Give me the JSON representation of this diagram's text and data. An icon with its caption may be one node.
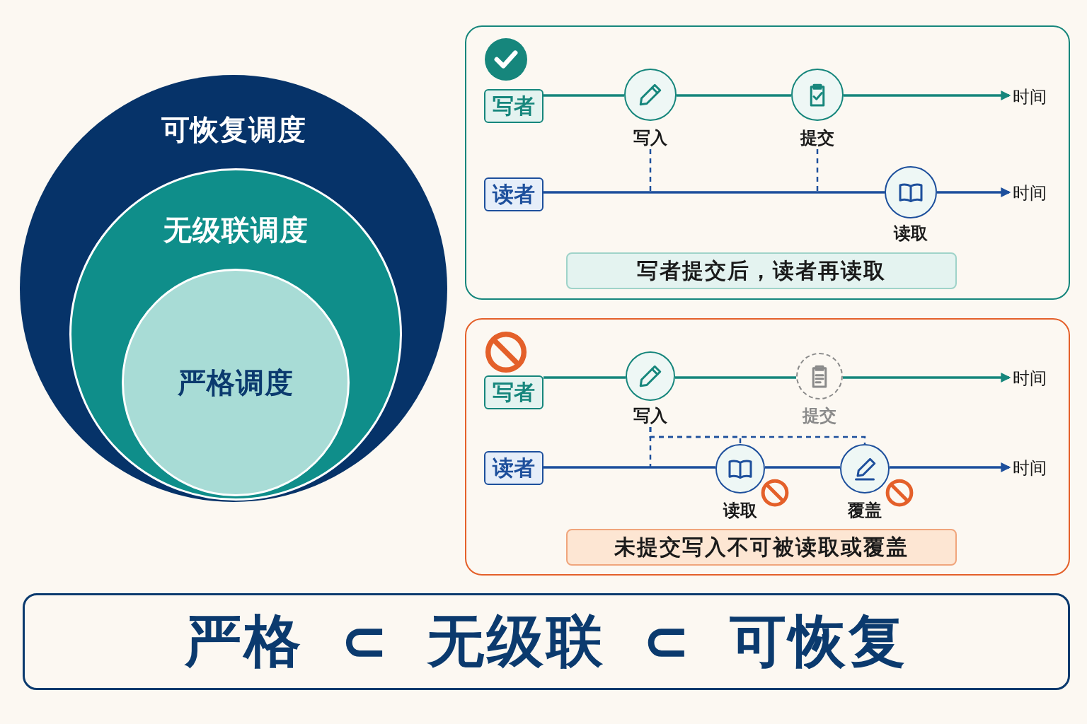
{
  "diagram": {
    "nodes": [
      {
        "text": [
          "可恢复调度"
        ]
      },
      {
        "text": [
          "无级联调度"
        ],
        "in": 0
      },
      {
        "text": [
          "严格调度"
        ],
        "in": 1
      },
      {
        "text": [],
        "shape": "box"
      },
      {
        "text": [
          "写者"
        ],
        "in": 3
      },
      {
        "text": [
          "读者"
        ],
        "in": 3
      },
      {
        "text": [],
        "shape": "circle",
        "beside": [
          "写入"
        ],
        "in": 3
      },
      {
        "text": [],
        "shape": "circle",
        "beside": [
          "提交"
        ],
        "in": 3
      },
      {
        "text": [],
        "shape": "circle",
        "beside": [
          "读取"
        ],
        "in": 3
      },
      {
        "text": [
          "时间"
        ],
        "in": 3
      },
      {
        "text": [
          "时间"
        ],
        "in": 3
      },
      {
        "text": [
          "写者提交后，读者再读取"
        ],
        "in": 3
      },
      {
        "text": [],
        "shape": "box"
      },
      {
        "text": [
          "写者"
        ],
        "in": 12
      },
      {
        "text": [
          "读者"
        ],
        "in": 12
      },
      {
        "text": [],
        "shape": "circle",
        "beside": [
          "写入"
        ],
        "in": 12
      },
      {
        "text": [],
        "shape": "circle",
        "beside": [
          "提交"
        ],
        "in": 12
      },
      {
        "text": [],
        "shape": "circle",
        "beside": [
          "读取"
        ],
        "in": 12
      },
      {
        "text": [],
        "shape": "circle",
        "beside": [
          "覆盖"
        ],
        "in": 12
      },
      {
        "text": [
          "时间"
        ],
        "in": 12
      },
      {
        "text": [
          "时间"
        ],
        "in": 12
      },
      {
        "text": [
          "未提交写入不可被读取或覆盖"
        ],
        "in": 12
      },
      {
        "text": [
          "严格 ⊂ 无级联 ⊂ 可恢复"
        ]
      }
    ],
    "edges": [
      {
        "from": 4,
        "to": 6,
        "arrow": "none",
        "color": "#16867c"
      },
      {
        "from": 6,
        "to": 7,
        "arrow": "none",
        "color": "#16867c"
      },
      {
        "from": 7,
        "to": 9,
        "arrow": "to",
        "color": "#16867c"
      },
      {
        "from": 5,
        "to": 8,
        "arrow": "none",
        "color": "#1d4f9c"
      },
      {
        "from": 8,
        "to": 10,
        "arrow": "to",
        "color": "#1d4f9c"
      },
      {
        "from": 6,
        "to": null,
        "arrow": "none",
        "style": "dashed",
        "color": "#1d4f9c"
      },
      {
        "from": 7,
        "to": null,
        "arrow": "none",
        "style": "dashed",
        "color": "#1d4f9c"
      },
      {
        "from": 13,
        "to": 15,
        "arrow": "none",
        "color": "#16867c"
      },
      {
        "from": 15,
        "to": 16,
        "arrow": "none",
        "color": "#16867c"
      },
      {
        "from": 16,
        "to": 19,
        "arrow": "to",
        "color": "#16867c"
      },
      {
        "from": 14,
        "to": 17,
        "arrow": "none",
        "color": "#1d4f9c"
      },
      {
        "from": 17,
        "to": 18,
        "arrow": "none",
        "color": "#1d4f9c"
      },
      {
        "from": 18,
        "to": 20,
        "arrow": "to",
        "color": "#1d4f9c"
      },
      {
        "from": 15,
        "to": 17,
        "arrow": "none",
        "style": "dashed",
        "color": "#1d4f9c"
      },
      {
        "from": 15,
        "to": 18,
        "arrow": "none",
        "style": "dashed",
        "color": "#1d4f9c"
      },
      {
        "from": 15,
        "to": null,
        "arrow": "none",
        "style": "dashed",
        "color": "#1d4f9c"
      }
    ]
  }
}
